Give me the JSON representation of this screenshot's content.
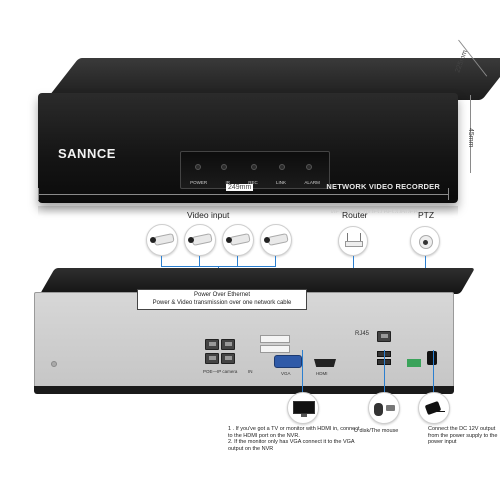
{
  "front_nvr": {
    "brand": "SANNCE",
    "led_labels": [
      "POWER",
      "IR",
      "REC",
      "LINK",
      "ALARM"
    ],
    "model_text": "NETWORK VIDEO RECORDER",
    "reflection_text": "NETWORK VIDEO RECORDER"
  },
  "dimensions": {
    "width": "249mm",
    "depth": "225mm",
    "height": "45mm"
  },
  "top_labels": {
    "video_input": "Video input",
    "router": "Router",
    "ptz": "PTZ"
  },
  "poe_callout": {
    "line1": "Power Over Ethernet",
    "line2": "Power & Video transmission over one network cable"
  },
  "rear_labels": {
    "rj45": "RJ45",
    "poe_ports": "POE—IP camera",
    "in": "IN",
    "vga": "VGA",
    "hdmi": "HDMI"
  },
  "bottom_notes": {
    "display_1": "1 . If you've got a TV or monitor with HDMI in, connect to the HDMI port on the NVR.",
    "display_2": "2. If the monitor only has VGA connect it to the VGA output on the NVR",
    "usb": "U disk/The mouse",
    "power": "Connect the DC 12V output from the power supply to the power input"
  },
  "colors": {
    "accent_line": "#2b7fd0",
    "vga_blue": "#2f5aa8",
    "device_black": "#141414",
    "rear_panel_gray": "#c9c9c9"
  },
  "icons": [
    "camera-icon",
    "router-icon",
    "ptz-camera-icon",
    "monitor-icon",
    "usb-mouse-icon",
    "power-adapter-icon"
  ]
}
